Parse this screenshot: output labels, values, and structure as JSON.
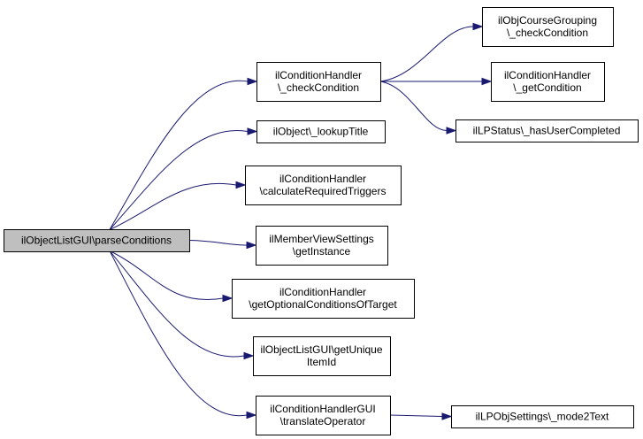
{
  "nodes": {
    "root": {
      "lines": [
        "ilObjectListGUI\\parseConditions"
      ]
    },
    "check_condition": {
      "lines": [
        "ilConditionHandler",
        "\\_checkCondition"
      ]
    },
    "lookup_title": {
      "lines": [
        "ilObject\\_lookupTitle"
      ]
    },
    "calc_triggers": {
      "lines": [
        "ilConditionHandler",
        "\\calculateRequiredTriggers"
      ]
    },
    "member_view": {
      "lines": [
        "ilMemberViewSettings",
        "\\getInstance"
      ]
    },
    "optional_conditions": {
      "lines": [
        "ilConditionHandler",
        "\\getOptionalConditionsOfTarget"
      ]
    },
    "unique_item": {
      "lines": [
        "ilObjectListGUI\\getUnique",
        "ItemId"
      ]
    },
    "translate_op": {
      "lines": [
        "ilConditionHandlerGUI",
        "\\translateOperator"
      ]
    },
    "course_grouping": {
      "lines": [
        "ilObjCourseGrouping",
        "\\_checkCondition"
      ]
    },
    "get_condition": {
      "lines": [
        "ilConditionHandler",
        "\\_getCondition"
      ]
    },
    "has_user_completed": {
      "lines": [
        "ilLPStatus\\_hasUserCompleted"
      ]
    },
    "mode2text": {
      "lines": [
        "ilLPObjSettings\\_mode2Text"
      ]
    }
  },
  "edges": [
    {
      "from": "root",
      "to": "check_condition"
    },
    {
      "from": "root",
      "to": "lookup_title"
    },
    {
      "from": "root",
      "to": "calc_triggers"
    },
    {
      "from": "root",
      "to": "member_view"
    },
    {
      "from": "root",
      "to": "optional_conditions"
    },
    {
      "from": "root",
      "to": "unique_item"
    },
    {
      "from": "root",
      "to": "translate_op"
    },
    {
      "from": "check_condition",
      "to": "course_grouping"
    },
    {
      "from": "check_condition",
      "to": "get_condition"
    },
    {
      "from": "check_condition",
      "to": "has_user_completed"
    },
    {
      "from": "translate_op",
      "to": "mode2text"
    }
  ],
  "colors": {
    "edge": "#191970",
    "root_fill": "#bfbfbf",
    "node_fill": "#ffffff"
  }
}
